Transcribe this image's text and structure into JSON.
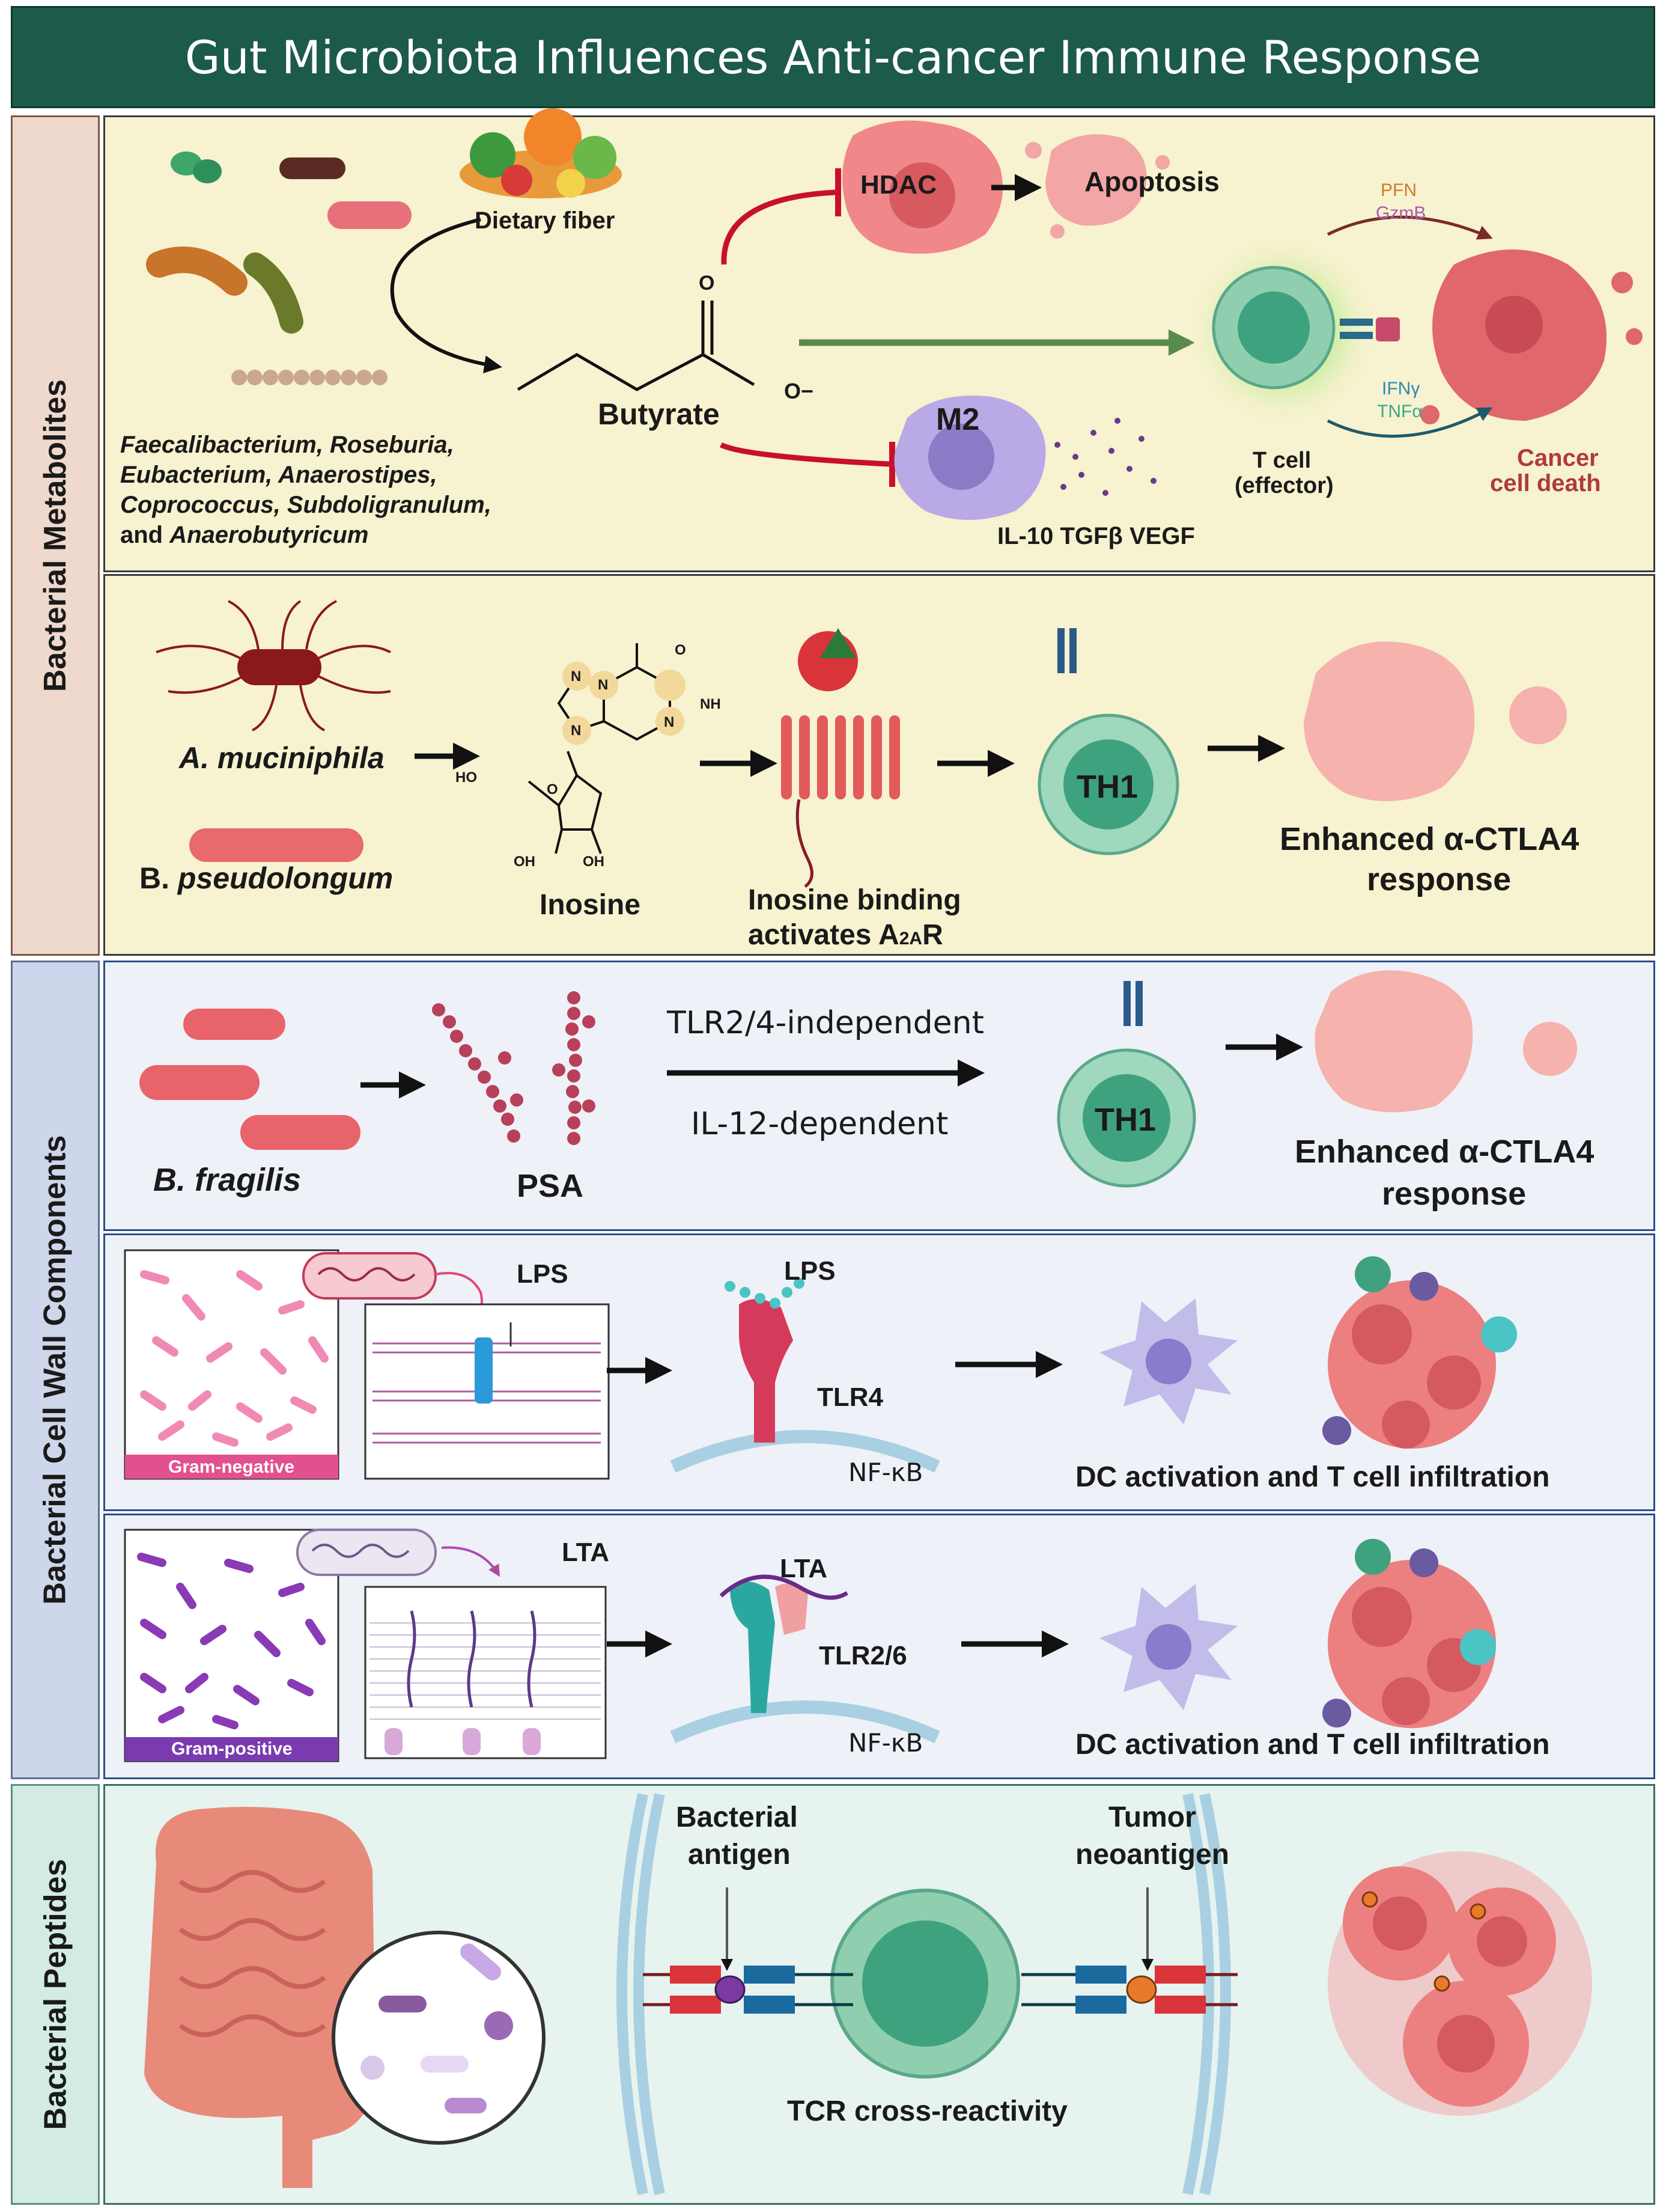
{
  "title": "Gut Microbiota Influences Anti-cancer Immune Response",
  "colors": {
    "title_bg": "#1c5a4a",
    "metabolites_bg": "#f7f2cf",
    "metabolites_tab": "#efd9cc",
    "cellwall_bg": "#eef1f7",
    "cellwall_tab": "#cdd6ea",
    "peptides_bg": "#e6f3ef",
    "peptides_tab": "#d3ebe3",
    "inhibit_red": "#c8102e",
    "green_arrow": "#5a8a4a"
  },
  "sections": {
    "metabolites": "Bacterial Metabolites",
    "cell_wall": "Bacterial Cell Wall Components",
    "peptides": "Bacterial Peptides"
  },
  "butyrate": {
    "dietary_fiber": "Dietary fiber",
    "butyrate": "Butyrate",
    "oxygen_top": "O",
    "oxygen_ion": "O−",
    "bacteria_line1": "Faecalibacterium, Roseburia,",
    "bacteria_line2": "Eubacterium, Anaerostipes,",
    "bacteria_line3": "Coprococcus, Subdoligranulum,",
    "bacteria_line4_and": "and ",
    "bacteria_line4_name": "Anaerobutyricum",
    "hdac": "HDAC",
    "apoptosis": "Apoptosis",
    "m2": "M2",
    "m2_cytokines": "IL-10 TGFβ VEGF",
    "pfn": "PFN",
    "gzmb": "GzmB",
    "ifng": "IFNγ",
    "tnfa": "TNFα",
    "t_cell_line1": "T cell",
    "t_cell_line2": "(effector)",
    "cancer_line1": "Cancer",
    "cancer_line2": "cell death"
  },
  "inosine": {
    "a_muciniphila": "A. muciniphila",
    "b_prefix": "B. ",
    "b_name": "pseudolongum",
    "inosine": "Inosine",
    "binding_line1": "Inosine binding",
    "binding_line2_pre": "activates A",
    "binding_line2_sub": "2A",
    "binding_line2_post": "R",
    "th1": "TH1",
    "enhanced_line1": "Enhanced α-CTLA4",
    "enhanced_line2": "response",
    "atom_n": "N",
    "atom_nh": "NH",
    "atom_o": "O",
    "atom_ho": "HO",
    "atom_oh": "OH"
  },
  "psa": {
    "b_fragilis": "B. fragilis",
    "psa": "PSA",
    "tlr_independent": "TLR2/4-independent",
    "il12_dependent": "IL-12-dependent",
    "th1": "TH1",
    "enhanced_line1": "Enhanced α-CTLA4",
    "enhanced_line2": "response"
  },
  "lps": {
    "gram": "Gram-negative",
    "lps_membrane": "LPS",
    "lps_receptor": "LPS",
    "tlr": "TLR4",
    "nfkb": "NF-κB",
    "outcome": "DC activation and T cell infiltration"
  },
  "lta": {
    "gram": "Gram-positive",
    "lta_membrane": "LTA",
    "lta_receptor": "LTA",
    "tlr": "TLR2/6",
    "nfkb": "NF-κB",
    "outcome": "DC activation and T cell infiltration"
  },
  "peptides": {
    "bacterial_line1": "Bacterial",
    "bacterial_line2": "antigen",
    "tumor_line1": "Tumor",
    "tumor_line2": "neoantigen",
    "tcr": "TCR cross-reactivity"
  }
}
